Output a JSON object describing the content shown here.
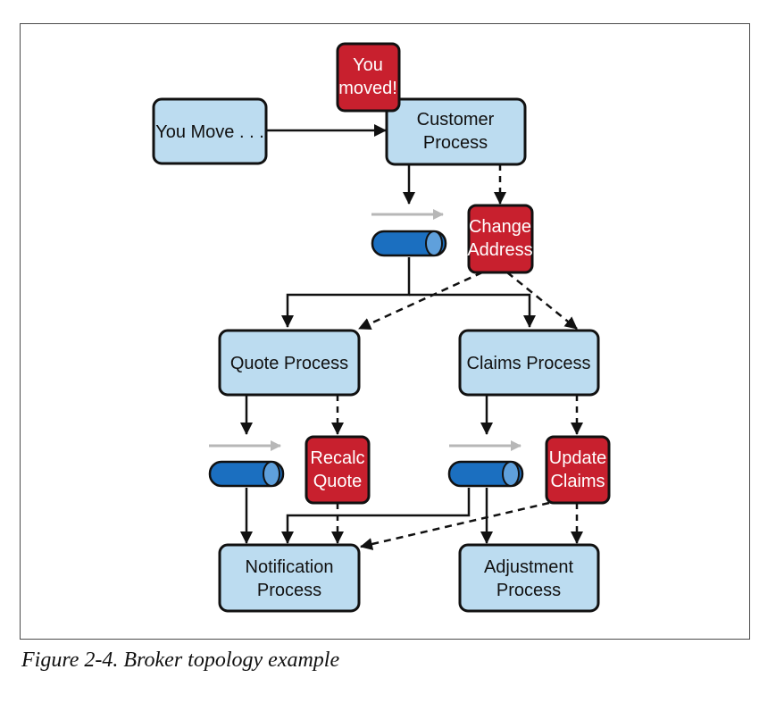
{
  "caption": "Figure 2-4. Broker topology example",
  "colors": {
    "process_fill": "#bcdcf0",
    "event_fill": "#c8202e",
    "channel_fill": "#1b6fc0",
    "flow_arrow": "#b7b7b7",
    "line": "#111111"
  },
  "nodes": {
    "you_move": "You Move . . .",
    "customer_process": [
      "Customer",
      "Process"
    ],
    "quote_process": "Quote Process",
    "claims_process": "Claims Process",
    "notification_process": [
      "Notification",
      "Process"
    ],
    "adjustment_process": [
      "Adjustment",
      "Process"
    ]
  },
  "events": {
    "you_moved": [
      "You",
      "moved!"
    ],
    "change_address": [
      "Change",
      "Address"
    ],
    "recalc_quote": [
      "Recalc",
      "Quote"
    ],
    "update_claims": [
      "Update",
      "Claims"
    ]
  }
}
